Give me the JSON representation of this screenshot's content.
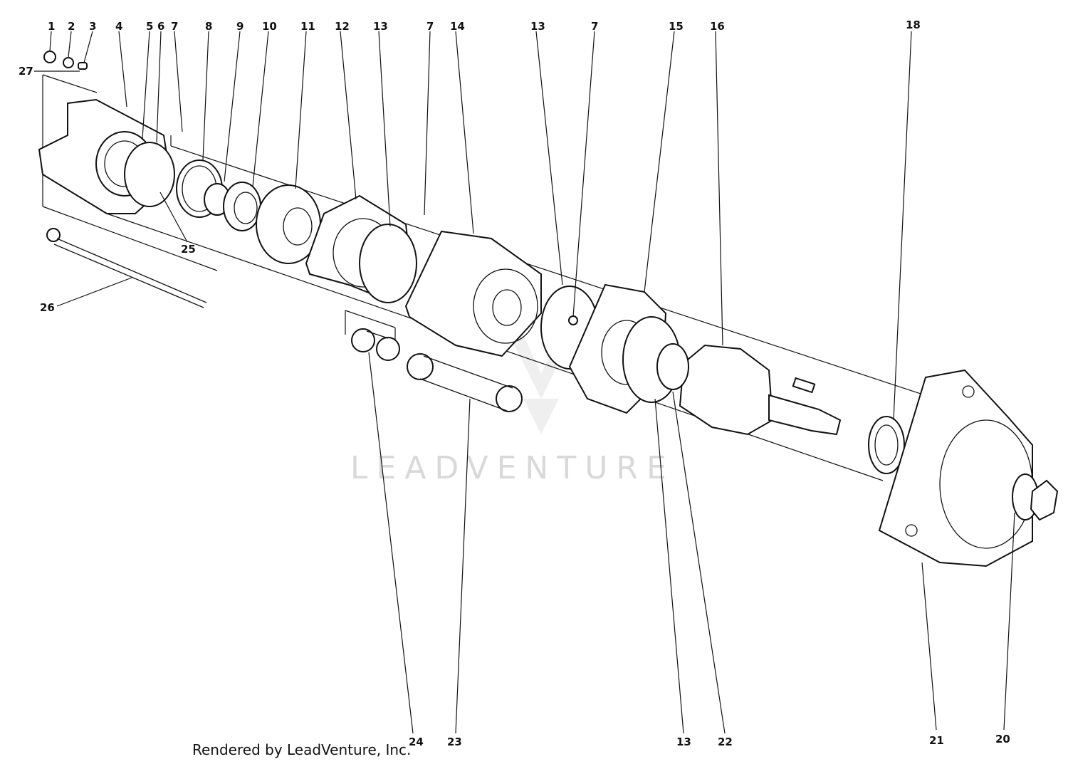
{
  "watermark": "LEADVENTURE",
  "credit": "Rendered by LeadVenture, Inc.",
  "callouts": [
    {
      "label": "1"
    },
    {
      "label": "2"
    },
    {
      "label": "3"
    },
    {
      "label": "4"
    },
    {
      "label": "5"
    },
    {
      "label": "6"
    },
    {
      "label": "7"
    },
    {
      "label": "8"
    },
    {
      "label": "9"
    },
    {
      "label": "10"
    },
    {
      "label": "11"
    },
    {
      "label": "12"
    },
    {
      "label": "13"
    },
    {
      "label": "7"
    },
    {
      "label": "14"
    },
    {
      "label": "13"
    },
    {
      "label": "7"
    },
    {
      "label": "15"
    },
    {
      "label": "16"
    },
    {
      "label": "18"
    },
    {
      "label": "27"
    },
    {
      "label": "25"
    },
    {
      "label": "26"
    },
    {
      "label": "24"
    },
    {
      "label": "23"
    },
    {
      "label": "13"
    },
    {
      "label": "22"
    },
    {
      "label": "21"
    },
    {
      "label": "20"
    }
  ]
}
